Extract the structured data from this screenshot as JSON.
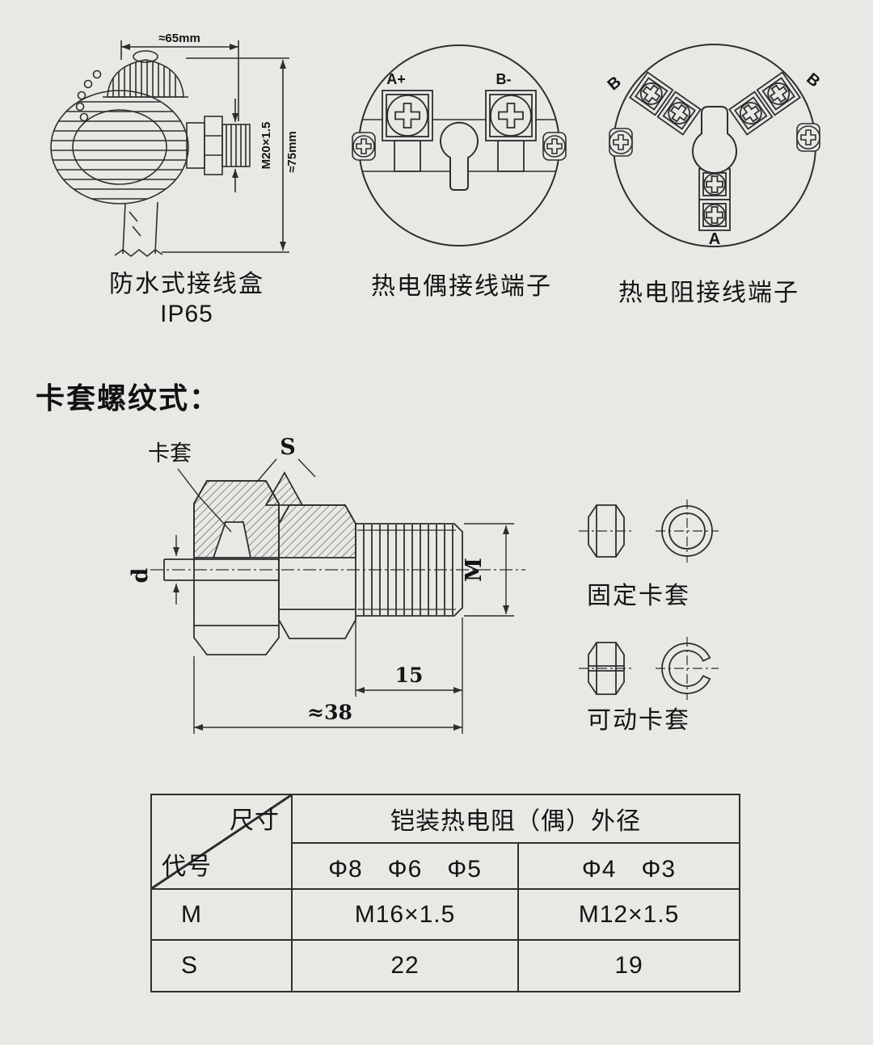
{
  "colors": {
    "background": "#e9e8e5",
    "line": "#2e2e2e",
    "text": "#141414"
  },
  "top_row": {
    "junction_box": {
      "dim_width": "≈65mm",
      "thread_label": "M20×1.5",
      "dim_height": "≈75mm",
      "caption": "防水式接线盒",
      "rating": "IP65"
    },
    "thermocouple_terminals": {
      "terminal_a": "A+",
      "terminal_b": "B-",
      "caption": "热电偶接线端子"
    },
    "rtd_terminals": {
      "terminal_b_left": "B",
      "terminal_b_right": "B",
      "terminal_a": "A",
      "caption": "热电阻接线端子"
    }
  },
  "ferrule_section": {
    "heading": "卡套螺纹式：",
    "labels": {
      "ferrule": "卡套",
      "width_across_flats": "S",
      "probe_diameter": "d",
      "thread": "M",
      "thread_length": "15",
      "total_length": "≈38"
    },
    "fixed_ferrule": "固定卡套",
    "movable_ferrule": "可动卡套"
  },
  "spec_table": {
    "corner_top": "尺寸",
    "corner_bottom": "代号",
    "header": "铠装热电阻（偶）外径",
    "diameter_group1": "Φ8　Φ6　Φ5",
    "diameter_group2": "Φ4　Φ3",
    "rows": [
      {
        "code": "M",
        "group1": "M16×1.5",
        "group2": "M12×1.5"
      },
      {
        "code": "S",
        "group1": "22",
        "group2": "19"
      }
    ]
  }
}
